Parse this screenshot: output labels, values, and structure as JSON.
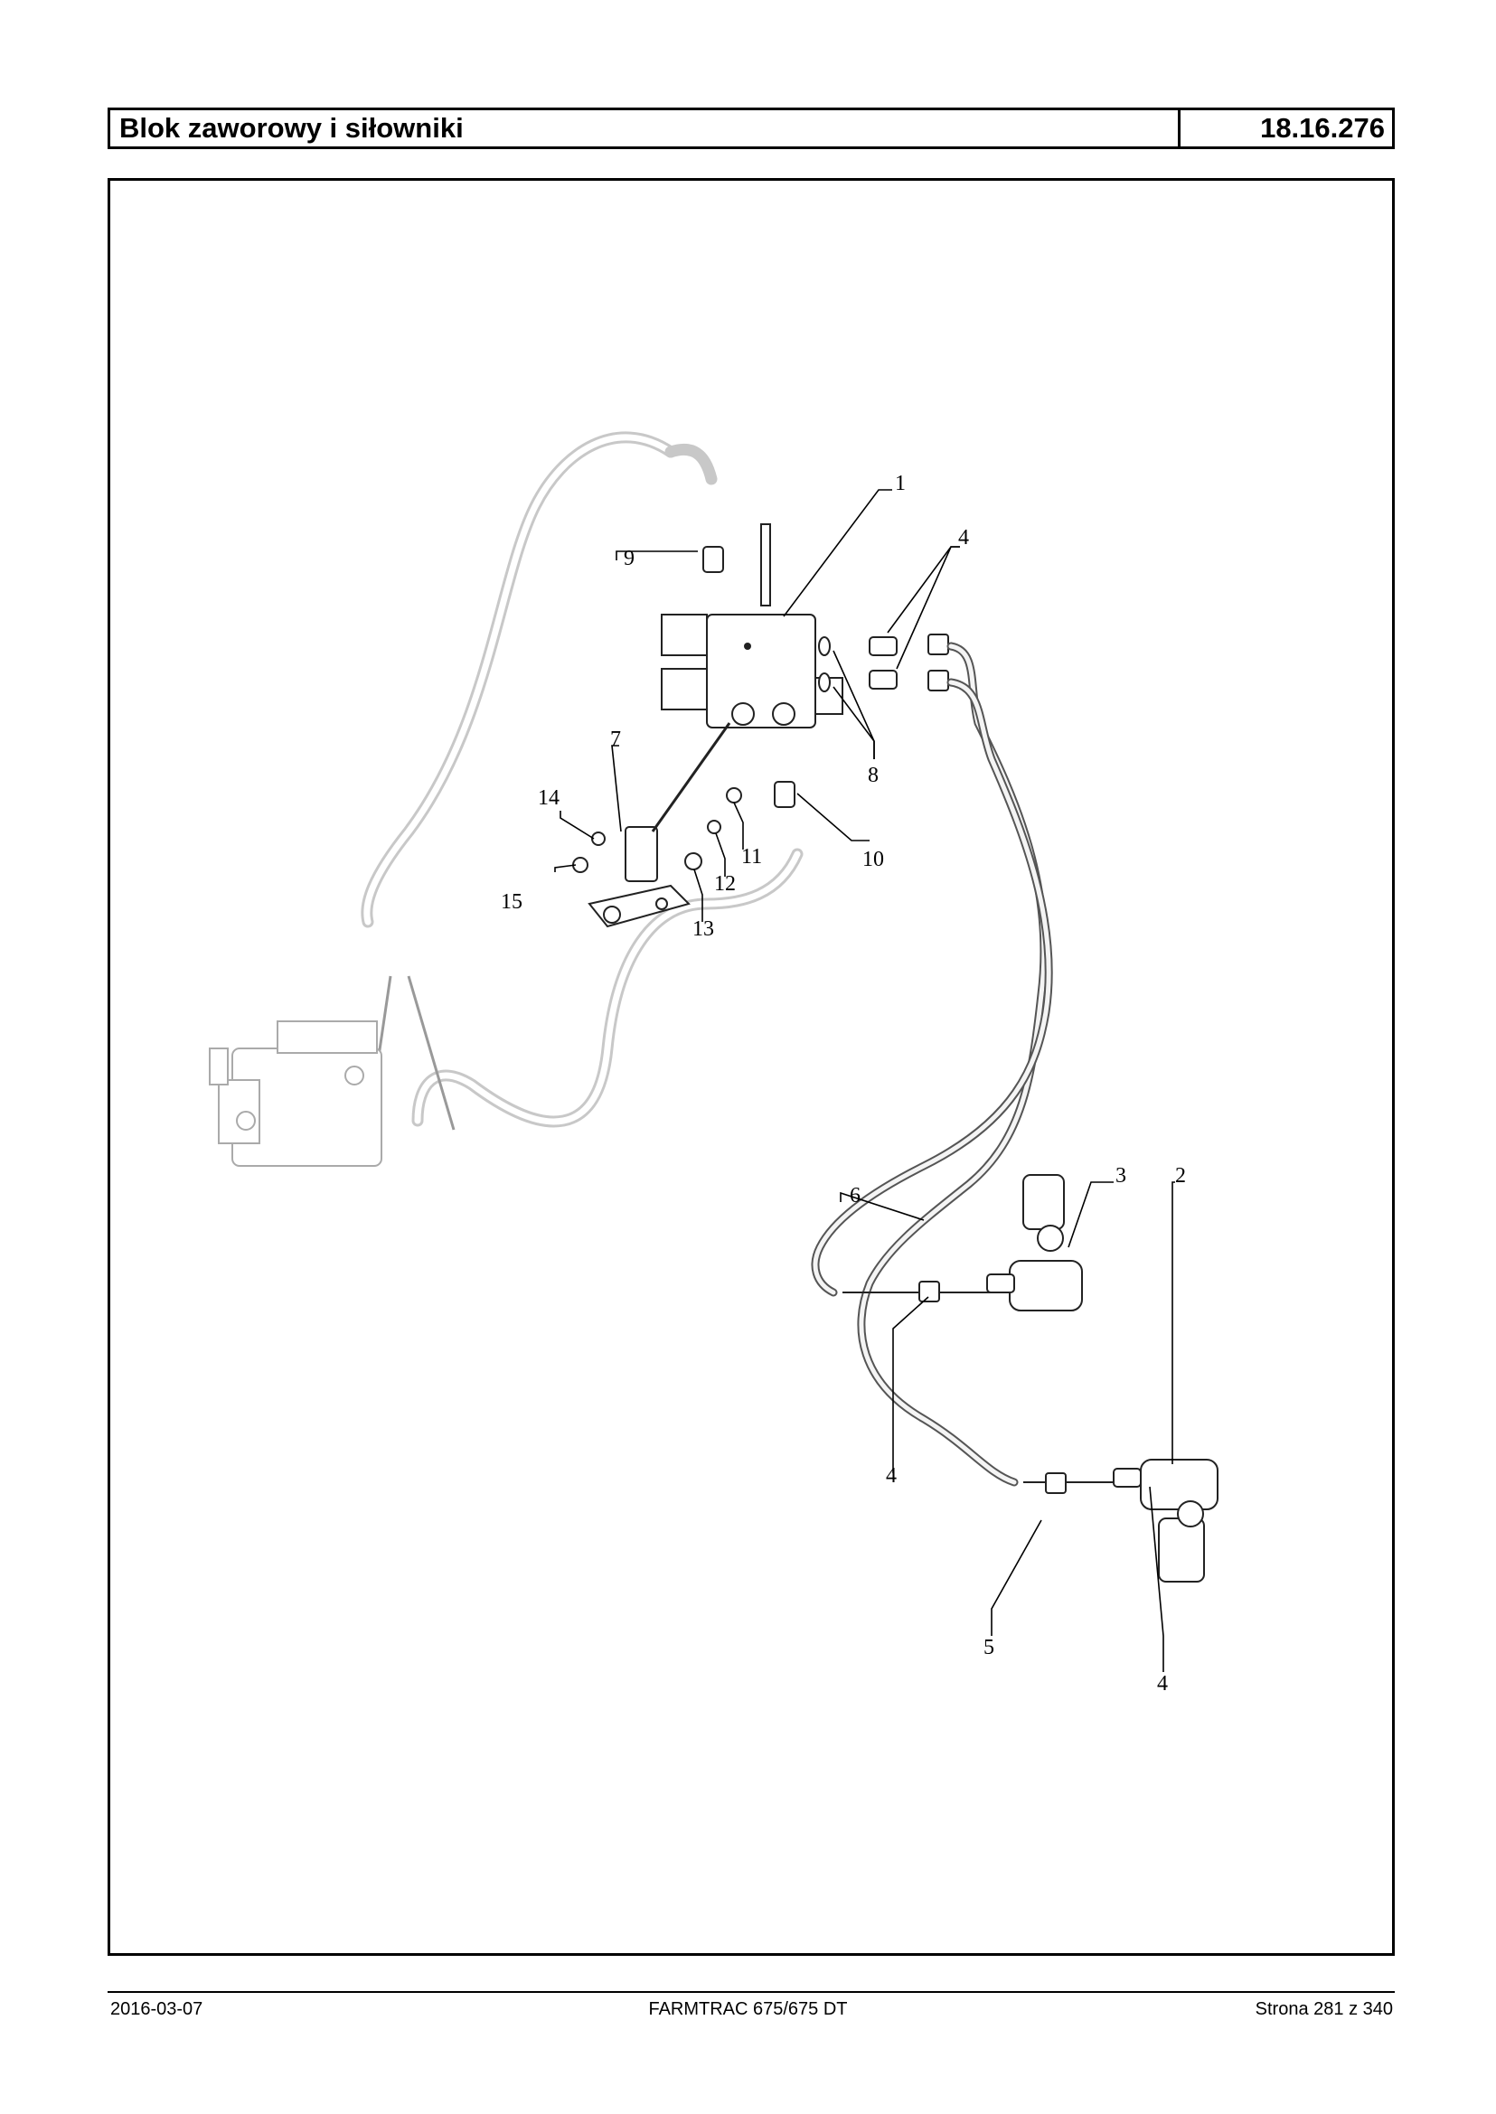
{
  "header": {
    "title": "Blok zaworowy i siłowniki",
    "code": "18.16.276"
  },
  "callouts": {
    "c1": "1",
    "c2": "2",
    "c3": "3",
    "c4a": "4",
    "c4b": "4",
    "c4c": "4",
    "c5": "5",
    "c6": "6",
    "c7": "7",
    "c8": "8",
    "c9": "9",
    "c10": "10",
    "c11": "11",
    "c12": "12",
    "c13": "13",
    "c14": "14",
    "c15": "15"
  },
  "footer": {
    "date": "2016-03-07",
    "model": "FARMTRAC 675/675 DT",
    "page": "Strona 281 z 340"
  }
}
